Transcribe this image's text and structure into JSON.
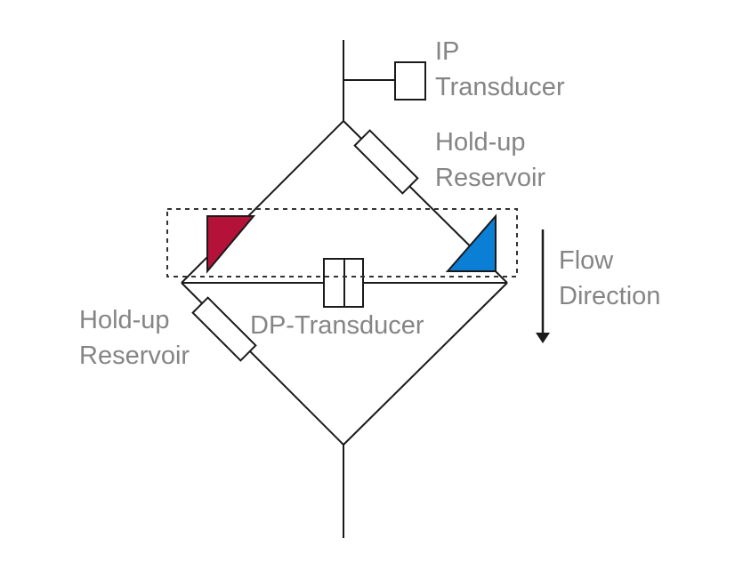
{
  "labels": {
    "ip_transducer": [
      "IP",
      "Transducer"
    ],
    "holdup_reservoir_top": [
      "Hold-up",
      "Reservoir"
    ],
    "holdup_reservoir_bottom": [
      "Hold-up",
      "Reservoir"
    ],
    "dp_transducer": "DP-Transducer",
    "flow_direction": [
      "Flow",
      "Direction"
    ]
  },
  "colors": {
    "line": "#1a1a1a",
    "label": "#858585",
    "red_marker": "#b5123a",
    "blue_marker": "#0b7fd6",
    "dashed_box": "#333333"
  }
}
